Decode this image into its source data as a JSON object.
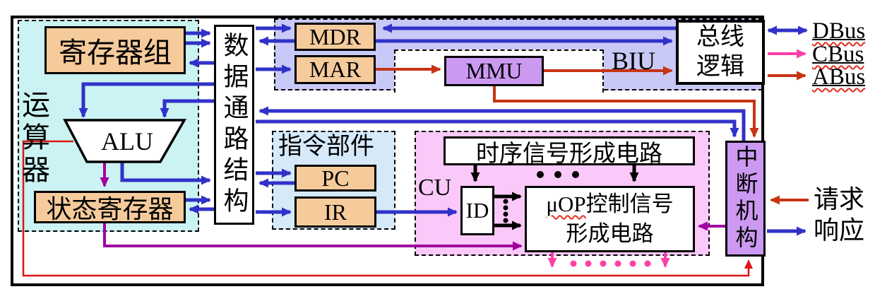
{
  "regions": {
    "alu_unit": "运算器",
    "instruction_unit": "指令部件",
    "biu": "BIU",
    "cu": "CU"
  },
  "boxes": {
    "register_file": "寄存器组",
    "alu": "ALU",
    "status_register": "状态寄存器",
    "datapath": "数据通路结构",
    "mdr": "MDR",
    "mar": "MAR",
    "mmu": "MMU",
    "bus_logic_line1": "总线",
    "bus_logic_line2": "逻辑",
    "pc": "PC",
    "ir": "IR",
    "timing_circuit": "时序信号形成电路",
    "decoder": "ID",
    "uop_prefix": "μOP",
    "uop_line1_rest": "控制信号",
    "uop_line2": "形成电路",
    "interrupt": "中断机构"
  },
  "buses": [
    {
      "label": "DBus"
    },
    {
      "label": "CBus"
    },
    {
      "label": "ABus"
    }
  ],
  "signals": {
    "request": "请求",
    "response": "响应"
  },
  "colors": {
    "data_bus_blue": "#3131C9",
    "address_dark_red": "#C73414",
    "exception_red": "#DE1414",
    "status_purple": "#A001A0",
    "control_pink": "#FF3FA8",
    "alu_region_bg": "#CBF3F3",
    "biu_region_bg": "#C9C9F7",
    "instruction_region_bg": "#D5E9F9",
    "cu_region_bg": "#FBC9F9",
    "register_box_bg": "#F6CB9C",
    "mmu_box_bg": "#CC99F2"
  }
}
